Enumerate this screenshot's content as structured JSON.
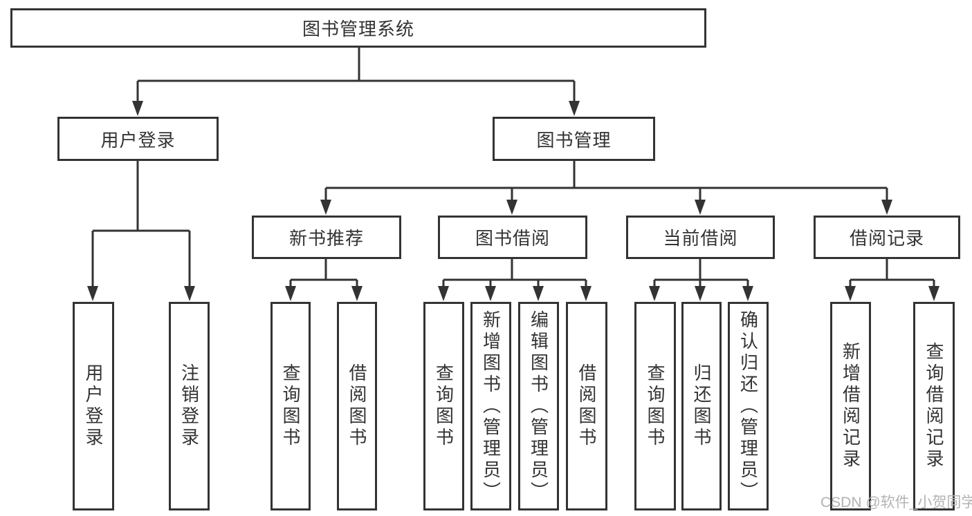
{
  "diagram": {
    "title": "图书管理系统",
    "type": "hierarchy-tree"
  },
  "tree": {
    "root": {
      "label": "图书管理系统"
    },
    "branches": [
      {
        "label": "用户登录",
        "children": [
          {
            "label": "用户登录"
          },
          {
            "label": "注销登录"
          }
        ]
      },
      {
        "label": "图书管理",
        "children": [
          {
            "label": "新书推荐",
            "children": [
              {
                "label": "查询图书"
              },
              {
                "label": "借阅图书"
              }
            ]
          },
          {
            "label": "图书借阅",
            "children": [
              {
                "label": "查询图书"
              },
              {
                "label": "新增图书（管理员）"
              },
              {
                "label": "编辑图书（管理员）"
              },
              {
                "label": "借阅图书"
              }
            ]
          },
          {
            "label": "当前借阅",
            "children": [
              {
                "label": "查询图书"
              },
              {
                "label": "归还图书"
              },
              {
                "label": "确认归还（管理员）"
              }
            ]
          },
          {
            "label": "借阅记录",
            "children": [
              {
                "label": "新增借阅记录"
              },
              {
                "label": "查询借阅记录"
              }
            ]
          }
        ]
      }
    ]
  },
  "watermark": {
    "text": "CSDN @软件_小贺同学"
  },
  "colors": {
    "line": "#333333",
    "box_fill": "#ffffff",
    "text": "#333333",
    "watermark": "#b3b3b3"
  }
}
